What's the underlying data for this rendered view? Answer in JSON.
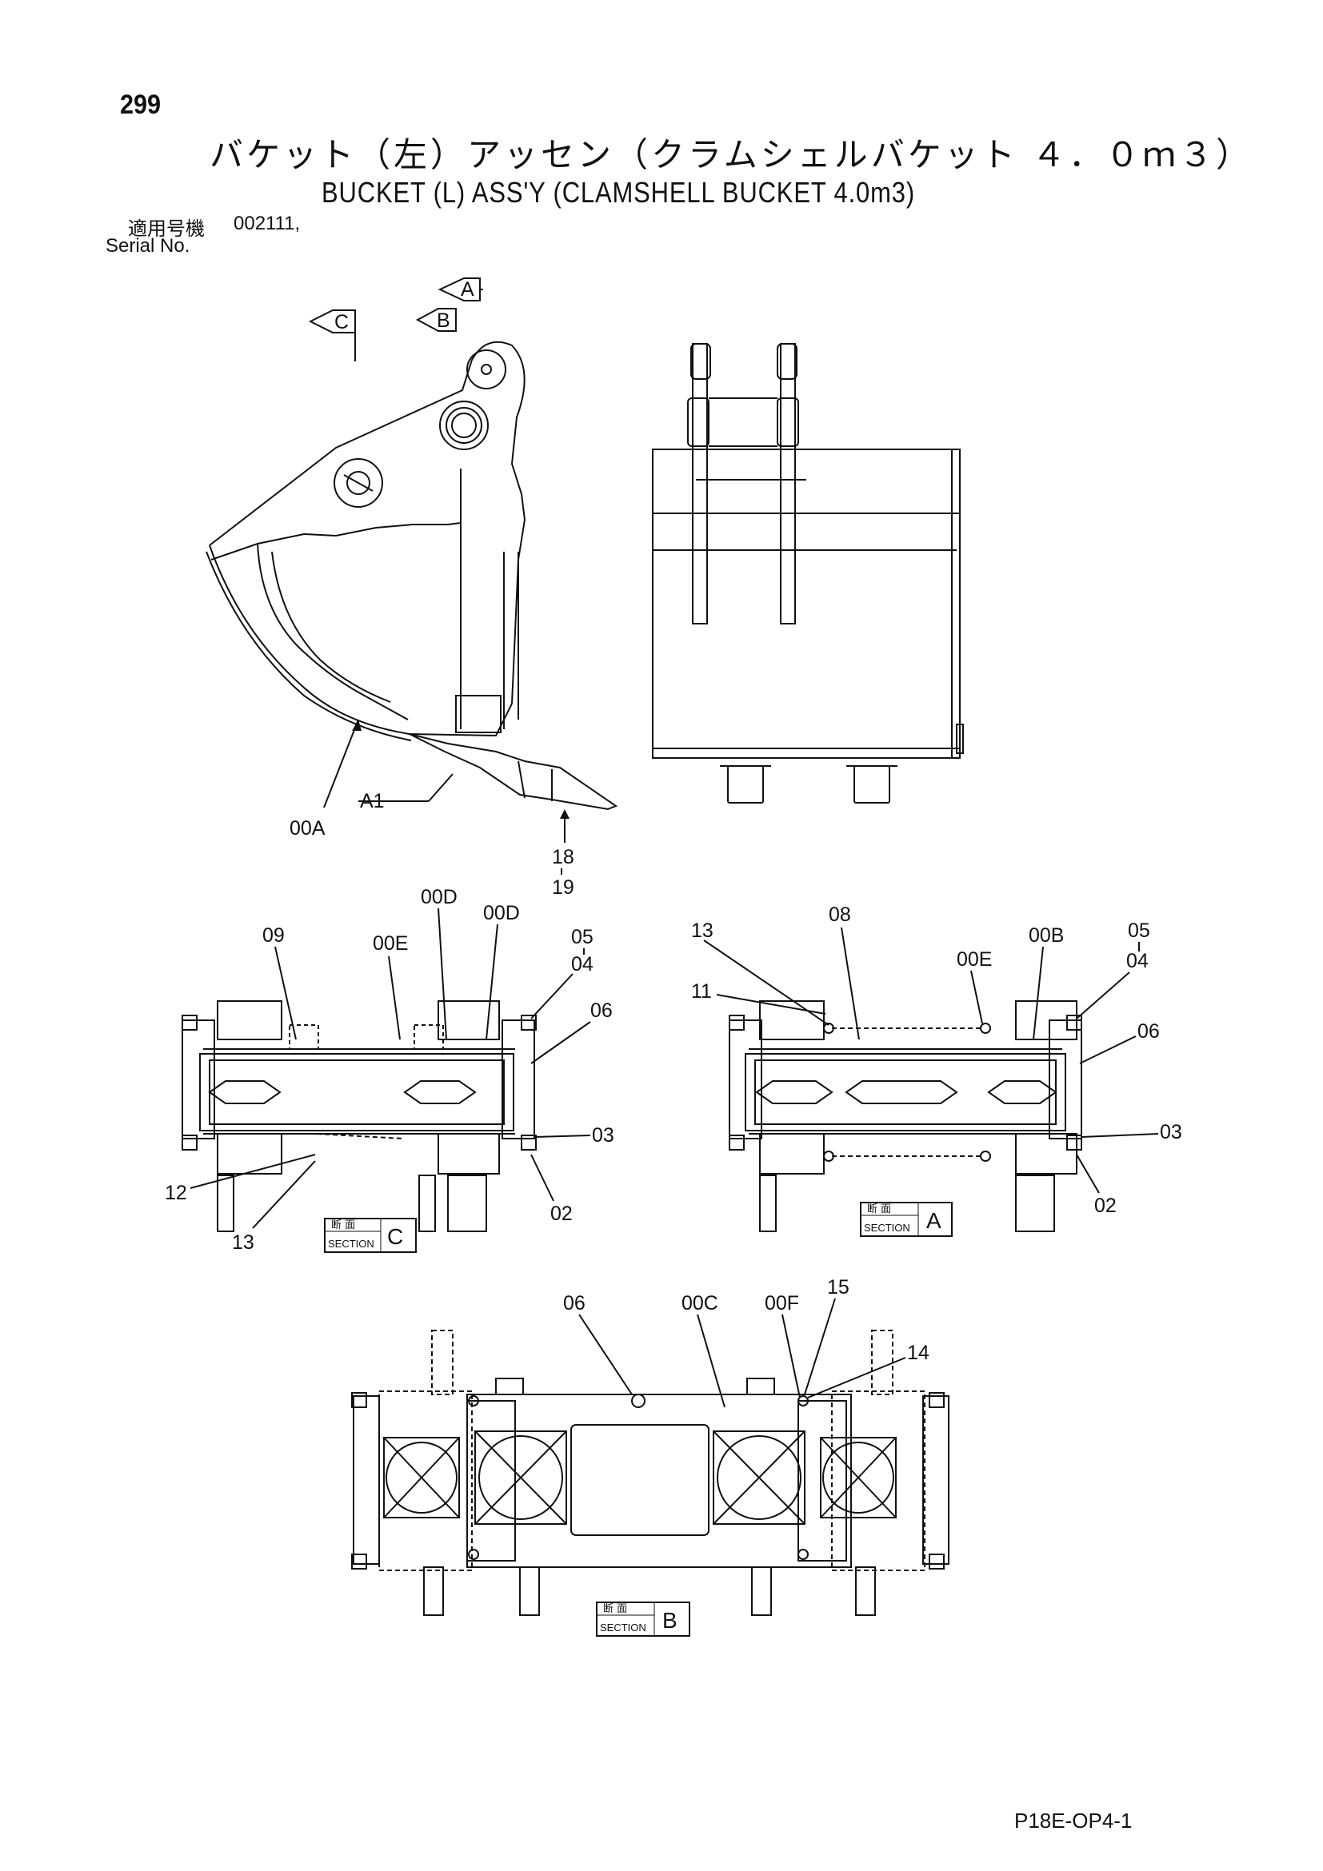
{
  "header": {
    "page_number": "299",
    "title_jp": "バケット（左）アッセン（クラムシェルバケット ４．０ｍ３）",
    "title_en": "BUCKET (L) ASS'Y (CLAMSHELL BUCKET 4.0m3)",
    "serial_label_jp": "適用号機",
    "serial_value": "002111,",
    "serial_label_en": "Serial No."
  },
  "views": {
    "side": {
      "arrow_a": "A",
      "arrow_b": "B",
      "arrow_c": "C"
    },
    "section_c": {
      "jp": "断 面",
      "en": "SECTION",
      "letter": "C"
    },
    "section_a": {
      "jp": "断 面",
      "en": "SECTION",
      "letter": "A"
    },
    "section_b": {
      "jp": "断 面",
      "en": "SECTION",
      "letter": "B"
    }
  },
  "callouts": {
    "side": [
      "00A",
      "A1",
      "18",
      "19"
    ],
    "section_c": [
      "09",
      "00E",
      "00D",
      "00D",
      "05",
      "04",
      "06",
      "03",
      "02",
      "12",
      "13"
    ],
    "section_a": [
      "13",
      "11",
      "08",
      "00E",
      "00B",
      "05",
      "04",
      "06",
      "03",
      "02"
    ],
    "section_b": [
      "06",
      "00C",
      "00F",
      "15",
      "14"
    ]
  },
  "footer": {
    "code": "P18E-OP4-1"
  }
}
